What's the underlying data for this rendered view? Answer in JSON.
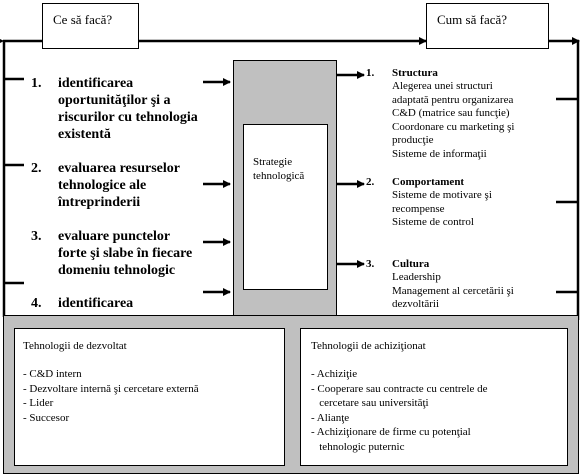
{
  "top": {
    "left_question": "Ce să facă?",
    "right_question": "Cum să facă?"
  },
  "center": {
    "label_lines": [
      "Strategie",
      "tehnologică"
    ]
  },
  "left_items": [
    {
      "num": "1.",
      "lines": [
        "identificarea",
        "oportunităţilor şi a",
        "riscurilor cu tehnologia",
        "existentă"
      ]
    },
    {
      "num": "2.",
      "lines": [
        "evaluarea resurselor",
        "tehnologice ale",
        "întreprinderii"
      ]
    },
    {
      "num": "3.",
      "lines": [
        "evaluare punctelor",
        "forte şi slabe în fiecare",
        "domeniu tehnologic"
      ]
    },
    {
      "num": "4.",
      "lines": [
        "identificarea"
      ]
    }
  ],
  "right_items": [
    {
      "num": "1.",
      "title": "Structura",
      "lines": [
        "Alegerea unei structuri",
        "adaptată pentru organizarea",
        "C&D (matrice sau funcţie)",
        "Coordonare cu marketing şi",
        "producţie",
        "Sisteme de informaţii"
      ]
    },
    {
      "num": "2.",
      "title": "Comportament",
      "lines": [
        "Sisteme de motivare şi",
        "recompense",
        "Sisteme de control"
      ]
    },
    {
      "num": "3.",
      "title": "Cultura",
      "lines": [
        "Leadership",
        "Management al cercetării şi",
        "dezvoltării"
      ]
    }
  ],
  "bottom_left": {
    "title": "Tehnologii de dezvoltat",
    "lines": [
      "- C&D intern",
      "- Dezvoltare internă şi cercetare externă",
      "- Lider",
      "- Succesor"
    ]
  },
  "bottom_right": {
    "title": "Tehnologii de achiziţionat",
    "lines": [
      "- Achiziţie",
      "- Cooperare sau contracte cu centrele de",
      "   cercetare sau universităţi",
      "- Alianţe",
      "- Achiziţionare de firme cu potenţial",
      "   tehnologic puternic"
    ]
  }
}
